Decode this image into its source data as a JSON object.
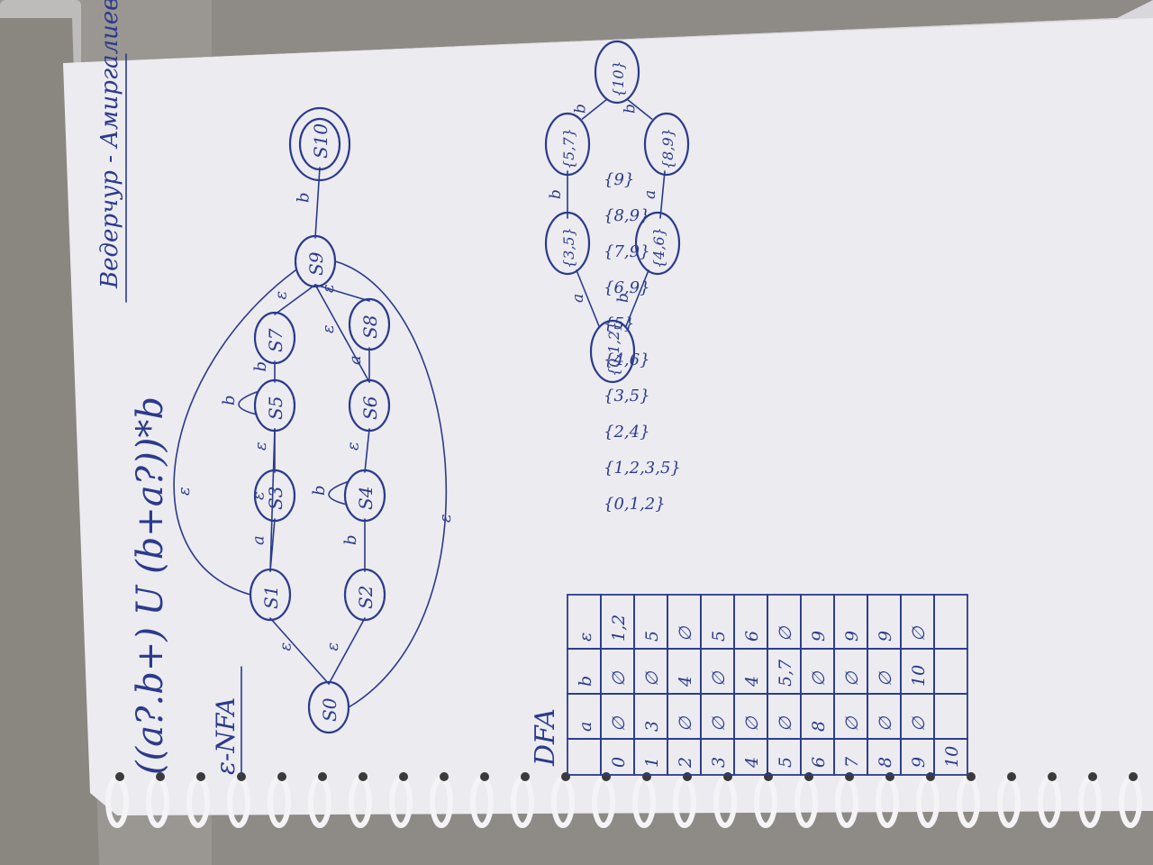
{
  "notebook": {
    "title": "Ведерчур - Амиргалиевъ",
    "regex": "((a?.b+) U (b+a?))*b",
    "enfa_heading": "ε-NFA",
    "dfa_heading": "DFA"
  },
  "nfa": {
    "states": [
      "S0",
      "S1",
      "S2",
      "S3",
      "S4",
      "S5",
      "S6",
      "S7",
      "S8",
      "S9",
      "S10"
    ],
    "transition_labels": [
      "ε",
      "ε",
      "a",
      "b",
      "ε",
      "ε",
      "b",
      "b",
      "b",
      "ε",
      "a",
      "ε",
      "ε",
      "ε",
      "b",
      "ε",
      "ε"
    ]
  },
  "table": {
    "headers": [
      "",
      "a",
      "b",
      "ε"
    ],
    "rows": [
      [
        "0",
        "∅",
        "∅",
        "1,2"
      ],
      [
        "1",
        "3",
        "∅",
        "5"
      ],
      [
        "2",
        "∅",
        "4",
        "∅"
      ],
      [
        "3",
        "∅",
        "∅",
        "5"
      ],
      [
        "4",
        "∅",
        "4",
        "6"
      ],
      [
        "5",
        "∅",
        "5,7",
        "∅"
      ],
      [
        "6",
        "8",
        "∅",
        "9"
      ],
      [
        "7",
        "∅",
        "∅",
        "9"
      ],
      [
        "8",
        "∅",
        "∅",
        "9"
      ],
      [
        "9",
        "∅",
        "10",
        "∅"
      ],
      [
        "10",
        "",
        "",
        ""
      ]
    ]
  },
  "closures": [
    "{0,1,2}",
    "{1,2,3,5}",
    "{2,4}",
    "{3,5}",
    "{4,6}",
    "{5}",
    "{6,9}",
    "{7,9}",
    "{8,9}",
    "{9}"
  ],
  "dfa": {
    "nodes": [
      "{0,1,2}",
      "{3,5}",
      "{4,6}",
      "{5,7}",
      "{8,9}",
      "{10}"
    ],
    "edge_labels": [
      "a",
      "b",
      "b",
      "a",
      "b",
      "b"
    ]
  },
  "colors": {
    "ink": "#2b3a8c",
    "paper": "#ecebf0",
    "table": "#8e8a85"
  }
}
